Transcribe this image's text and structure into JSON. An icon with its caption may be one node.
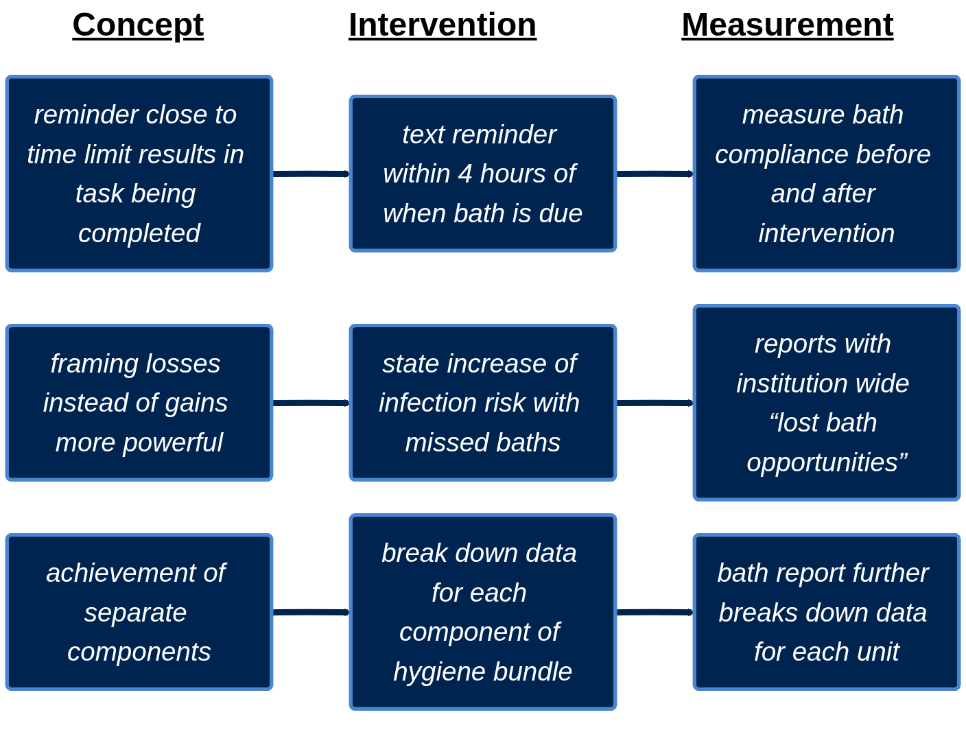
{
  "diagram": {
    "nodes": [
      {
        "text": [
          "reminder close to time limit results in task being completed"
        ]
      },
      {
        "text": [
          "text reminder within 4 hours of when bath is due"
        ]
      },
      {
        "text": [
          "measure bath compliance before and after intervention"
        ]
      },
      {
        "text": [
          "framing losses instead of gains more powerful"
        ]
      },
      {
        "text": [
          "state increase of infection risk with missed baths"
        ]
      },
      {
        "text": [
          "reports with institution wide “lost bath opportunities”"
        ]
      },
      {
        "text": [
          "achievement of separate components"
        ]
      },
      {
        "text": [
          "break down data for each component of hygiene bundle"
        ]
      },
      {
        "text": [
          "bath report further breaks down data for each unit"
        ]
      }
    ],
    "edges": [
      {
        "from": 0,
        "to": 1,
        "arrow": "to"
      },
      {
        "from": 1,
        "to": 2,
        "arrow": "to"
      },
      {
        "from": 3,
        "to": 4,
        "arrow": "to"
      },
      {
        "from": 4,
        "to": 5,
        "arrow": "to"
      },
      {
        "from": 6,
        "to": 7,
        "arrow": "to"
      },
      {
        "from": 7,
        "to": 8,
        "arrow": "to"
      }
    ],
    "labels": [
      "Concept",
      "Intervention",
      "Measurement"
    ]
  }
}
